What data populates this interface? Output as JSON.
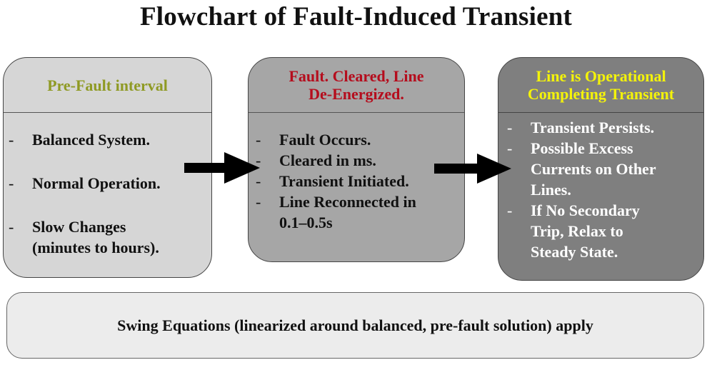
{
  "title": "Flowchart of Fault-Induced Transient",
  "stages": [
    {
      "heading_lines": [
        "Pre-Fault interval"
      ],
      "heading_color": "#8f9a24",
      "fill": "#d6d6d6",
      "items": [
        {
          "dash": "-",
          "lines": [
            "Balanced System."
          ]
        },
        {
          "dash": "-",
          "lines": [
            "Normal Operation."
          ]
        },
        {
          "dash": "-",
          "lines": [
            "Slow Changes",
            "(minutes to hours)."
          ]
        }
      ]
    },
    {
      "heading_lines": [
        "Fault. Cleared, Line",
        "De-Energized."
      ],
      "heading_color": "#b50d1d",
      "fill": "#a6a6a6",
      "items": [
        {
          "dash": "-",
          "lines": [
            "Fault Occurs."
          ]
        },
        {
          "dash": "-",
          "lines": [
            "Cleared in ms."
          ]
        },
        {
          "dash": "-",
          "lines": [
            "Transient Initiated."
          ]
        },
        {
          "dash": "-",
          "lines": [
            "Line Reconnected in",
            "0.1–0.5s"
          ]
        }
      ]
    },
    {
      "heading_lines": [
        "Line is Operational",
        "Completing Transient"
      ],
      "heading_color": "#f4f30a",
      "fill": "#7f7f7f",
      "items": [
        {
          "dash": "-",
          "lines": [
            "Transient Persists."
          ]
        },
        {
          "dash": "-",
          "lines": [
            "Possible Excess",
            "Currents on Other",
            "Lines."
          ]
        },
        {
          "dash": "-",
          "lines": [
            "If No Secondary",
            "Trip, Relax to",
            "Steady State."
          ]
        }
      ]
    }
  ],
  "footer": "Swing Equations (linearized around balanced, pre-fault solution) apply"
}
